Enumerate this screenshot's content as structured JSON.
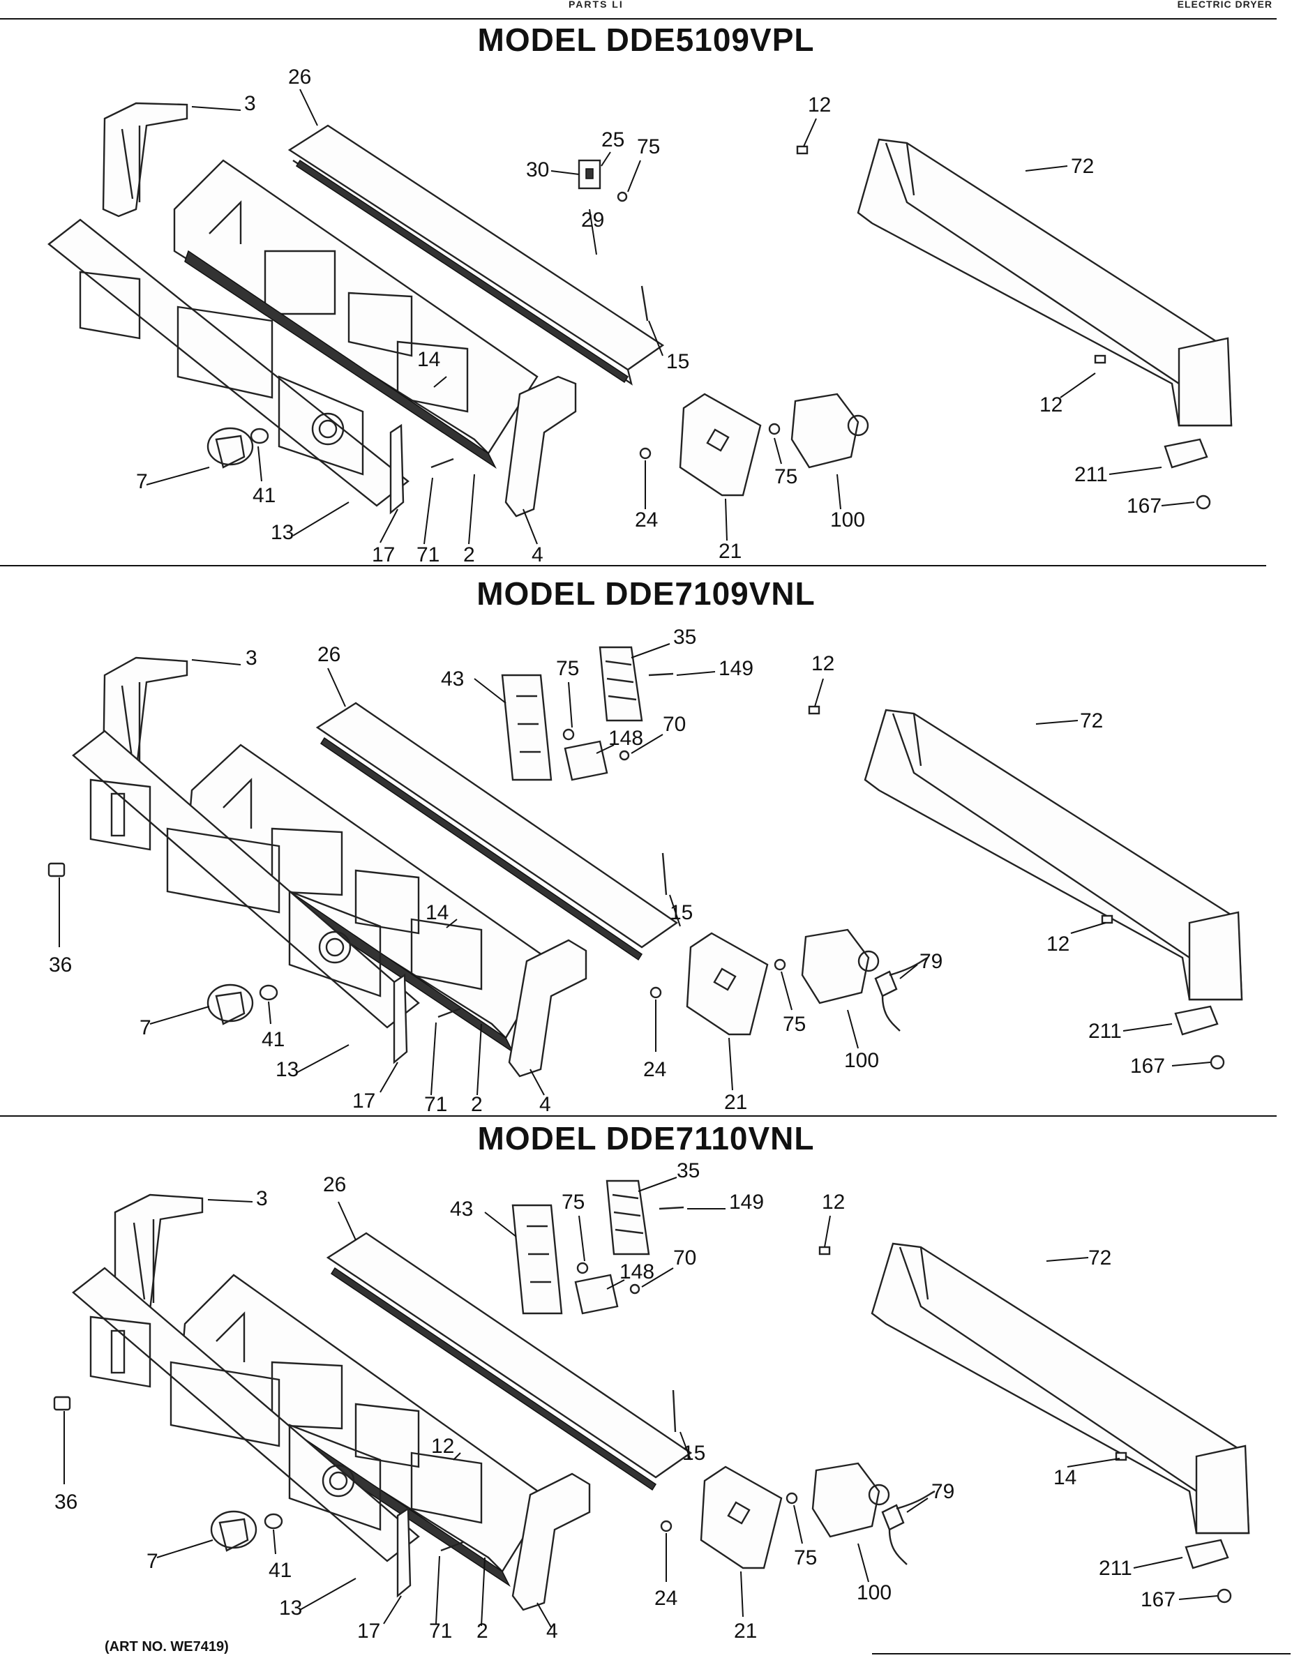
{
  "header": {
    "left_text": "PARTS LI",
    "right_text": "ELECTRIC DRYER"
  },
  "sections": [
    {
      "title": "MODEL DDE5109VPL",
      "callouts": [
        "3",
        "26",
        "12",
        "25",
        "75",
        "30",
        "72",
        "29",
        "15",
        "14",
        "12",
        "7",
        "41",
        "211",
        "75",
        "167",
        "24",
        "100",
        "13",
        "17",
        "71",
        "2",
        "4",
        "21"
      ]
    },
    {
      "title": "MODEL DDE7109VNL",
      "callouts": [
        "3",
        "26",
        "75",
        "35",
        "12",
        "43",
        "149",
        "72",
        "70",
        "148",
        "15",
        "14",
        "36",
        "12",
        "79",
        "7",
        "41",
        "75",
        "211",
        "24",
        "167",
        "100",
        "13",
        "17",
        "71",
        "2",
        "4",
        "21"
      ]
    },
    {
      "title": "MODEL DDE7110VNL",
      "callouts": [
        "3",
        "26",
        "75",
        "35",
        "12",
        "149",
        "43",
        "72",
        "70",
        "148",
        "15",
        "14",
        "12",
        "36",
        "79",
        "7",
        "41",
        "75",
        "211",
        "24",
        "100",
        "167",
        "13",
        "17",
        "71",
        "2",
        "4",
        "21"
      ]
    }
  ],
  "footer": {
    "art_no": "(ART NO. WE7419)"
  }
}
